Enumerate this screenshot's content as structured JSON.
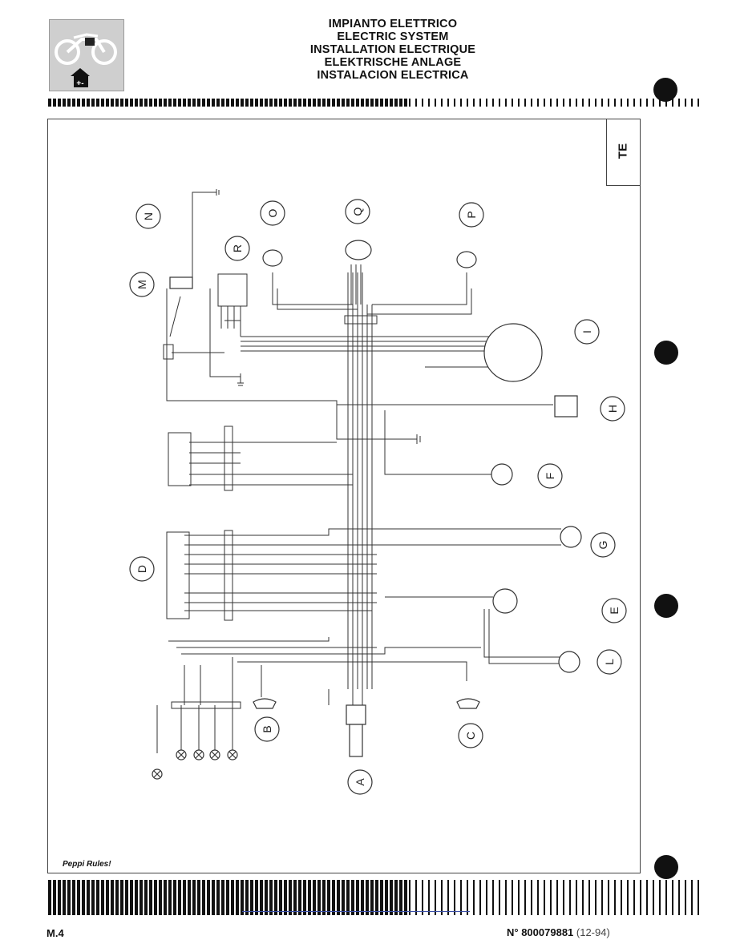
{
  "header": {
    "titles": [
      "IMPIANTO ELETTRICO",
      "ELECTRIC SYSTEM",
      "INSTALLATION ELECTRIQUE",
      "ELEKTRISCHE ANLAGE",
      "INSTALACION ELECTRICA"
    ],
    "section_icon": "motorcycle-electric-icon",
    "icon_symbol": "+-"
  },
  "tab_label": "TE",
  "diagram": {
    "component_labels": [
      "A",
      "B",
      "C",
      "D",
      "E",
      "F",
      "G",
      "H",
      "I",
      "L",
      "M",
      "N",
      "O",
      "P",
      "Q",
      "R"
    ]
  },
  "footer": {
    "credit": "Peppi Rules!",
    "page_ref": "M.4",
    "doc_prefix": "N° ",
    "doc_number": "800079881",
    "doc_date": " (12-94)"
  },
  "colors": {
    "ink": "#111111",
    "icon_bg": "#cfcfcf",
    "rule_blue": "#3b4fa8"
  }
}
